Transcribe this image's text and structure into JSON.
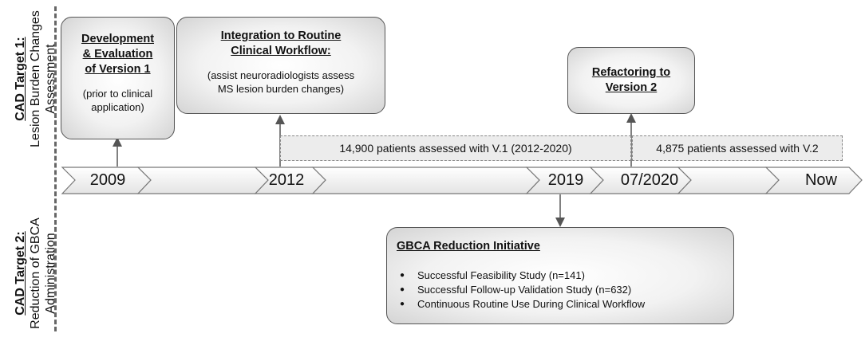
{
  "targets": {
    "target1": {
      "title": "CAD Target 1:",
      "line1": "Lesion Burden Changes",
      "line2": "Assessment"
    },
    "target2": {
      "title": "CAD Target 2:",
      "line1": "Reduction of GBCA",
      "line2": "Administration"
    }
  },
  "timeline": {
    "labels": [
      "2009",
      "2012",
      "2019",
      "07/2020",
      "Now"
    ]
  },
  "boxes": {
    "dev": {
      "title_lines": [
        "Development",
        "& Evaluation",
        "of Version 1"
      ],
      "body_lines": [
        "(prior to clinical",
        "application)"
      ]
    },
    "integration": {
      "title_lines": [
        "Integration to Routine",
        "Clinical Workflow:"
      ],
      "body_lines": [
        "(assist neuroradiologists assess",
        "MS lesion burden changes)"
      ]
    },
    "refactor": {
      "title_lines": [
        "Refactoring to",
        "Version 2"
      ]
    },
    "gbca": {
      "title": "GBCA Reduction Initiative",
      "bullets": [
        "Successful Feasibility Study (n=141)",
        "Successful Follow-up Validation Study (n=632)",
        "Continuous Routine Use During Clinical Workflow"
      ]
    }
  },
  "bands": {
    "v1": "14,900 patients assessed with V.1 (2012-2020)",
    "v2": "4,875 patients assessed with V.2"
  }
}
